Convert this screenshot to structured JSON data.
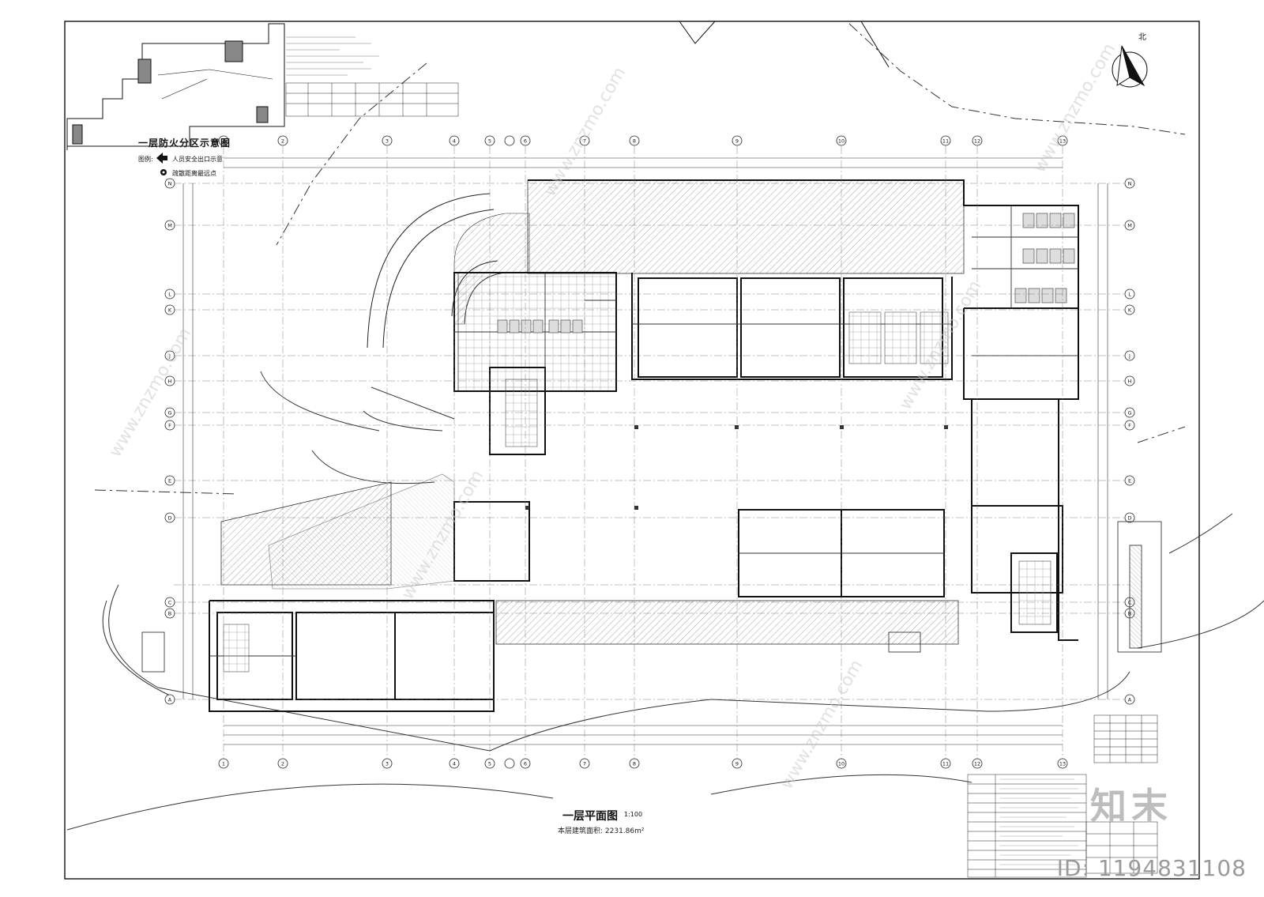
{
  "key_plan": {
    "title": "一层防火分区示意图",
    "legend_label": "图例:",
    "legend_items": [
      {
        "icon": "exit-arrow-icon",
        "label": "人员安全出口示意"
      },
      {
        "icon": "evacuation-distance-icon",
        "label": "疏散距离最远点"
      }
    ]
  },
  "plan": {
    "title": "一层平面图",
    "scale": "1:100",
    "area_label": "本层建筑面积: 2231.86m²",
    "north_label": "北"
  },
  "grid_axes": {
    "columns": [
      "1",
      "2",
      "3",
      "4",
      "5",
      "6",
      "7",
      "8",
      "9",
      "10",
      "11",
      "12",
      "13"
    ],
    "rows": [
      "N",
      "M",
      "L",
      "K",
      "J",
      "H",
      "G",
      "F",
      "E",
      "D",
      "C",
      "B",
      "A"
    ]
  },
  "colors": {
    "line": "#222222",
    "hatch": "#555555",
    "watermark": "#b5b5b5",
    "background": "#ffffff"
  },
  "watermark": {
    "brand": "知末",
    "id": "ID: 1194831108"
  }
}
